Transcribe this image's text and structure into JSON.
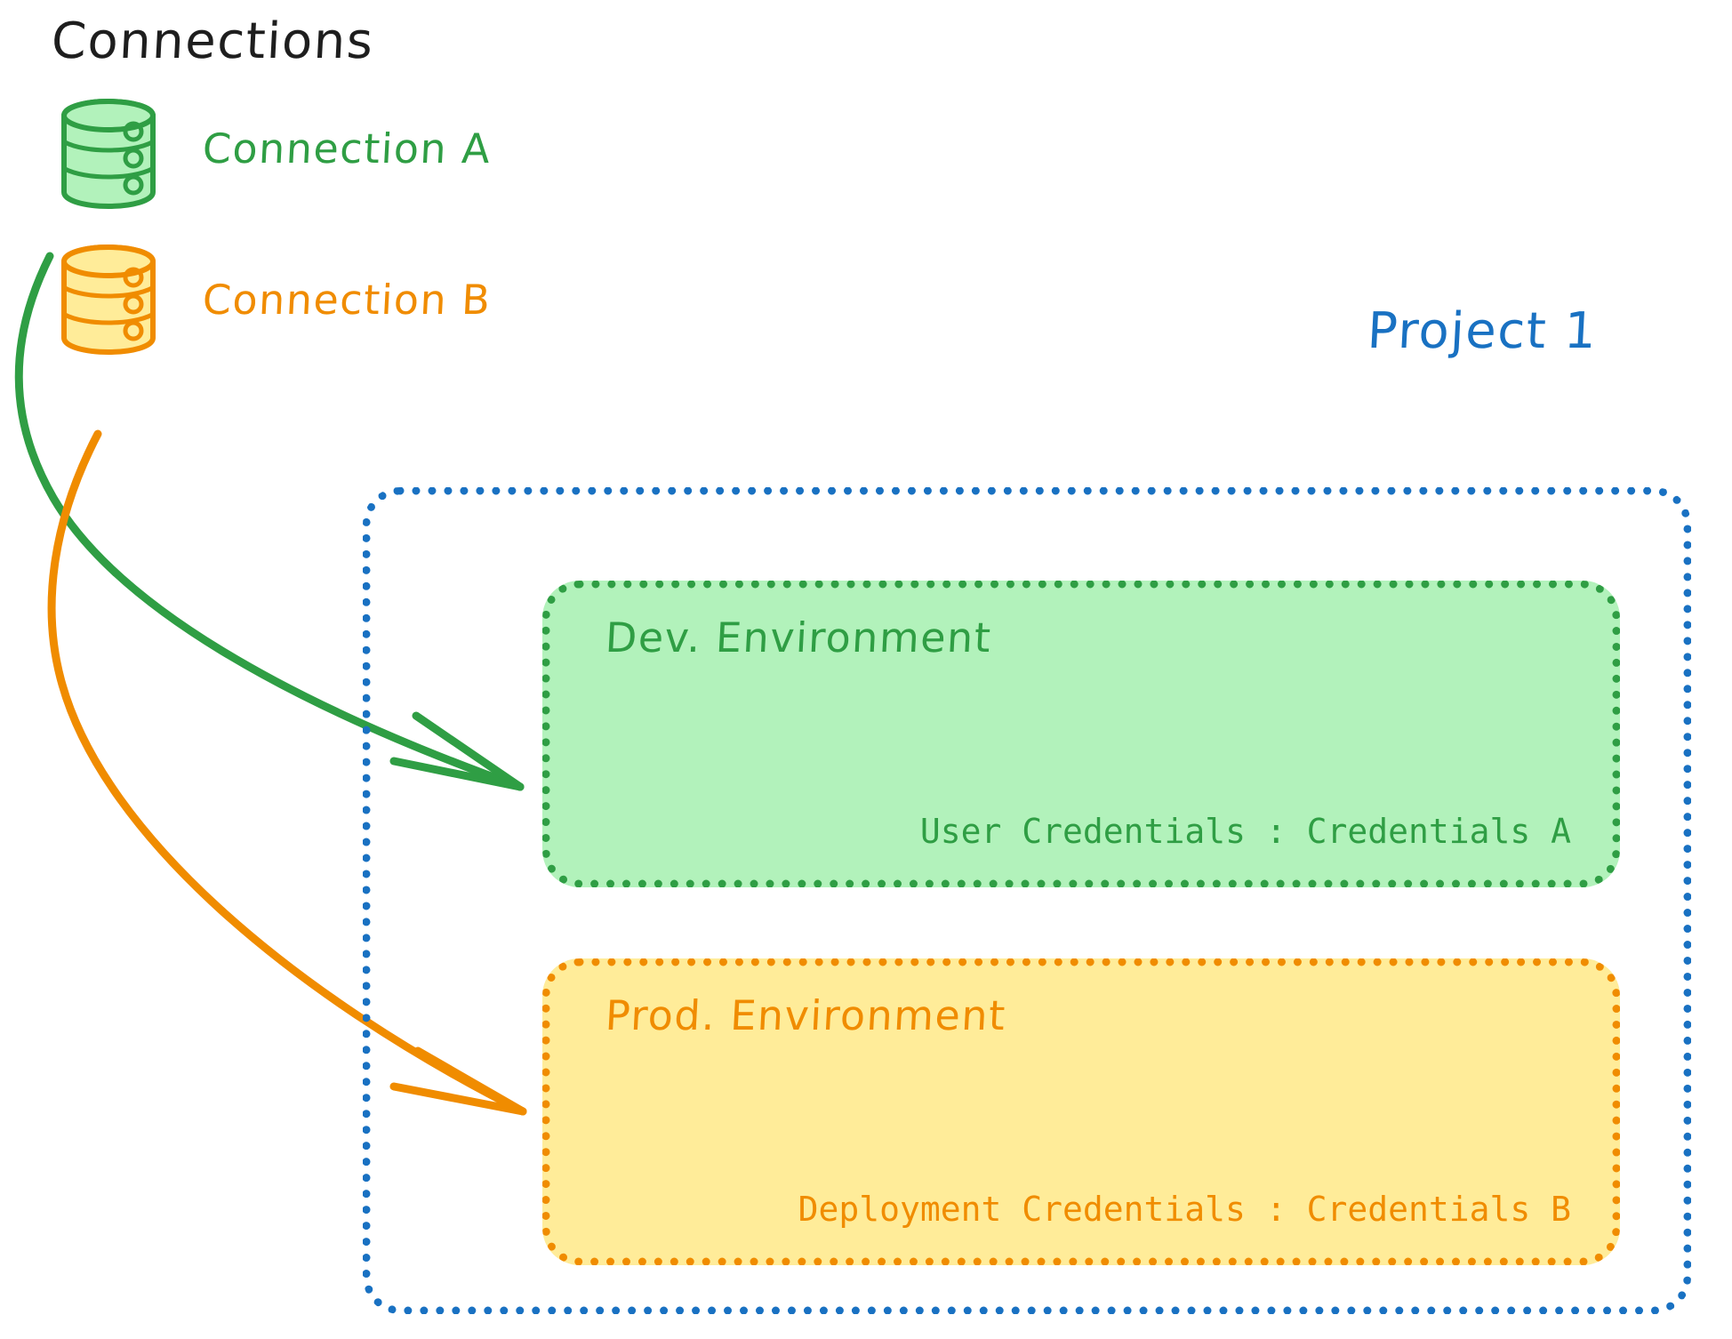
{
  "title": "Connections",
  "colors": {
    "green_stroke": "#2f9e44",
    "green_fill": "#b2f2bb",
    "orange_stroke": "#f08c00",
    "orange_fill": "#ffec99",
    "blue_stroke": "#1971c2",
    "black_text": "#1e1e1e"
  },
  "connections": [
    {
      "name": "connection-a",
      "label": "Connection A",
      "icon": "database-icon",
      "color": "#2f9e44"
    },
    {
      "name": "connection-b",
      "label": "Connection B",
      "icon": "database-icon",
      "color": "#f08c00"
    }
  ],
  "project": {
    "label": "Project 1",
    "environments": [
      {
        "name": "dev-environment",
        "title": "Dev. Environment",
        "credential_line": "User Credentials : Credentials A",
        "color": "#2f9e44"
      },
      {
        "name": "prod-environment",
        "title": "Prod. Environment",
        "credential_line": "Deployment Credentials : Credentials B",
        "color": "#f08c00"
      }
    ]
  },
  "arrows": [
    {
      "name": "arrow-connection-a-to-dev",
      "from": "Connection A",
      "to": "Dev. Environment",
      "color": "#2f9e44"
    },
    {
      "name": "arrow-connection-b-to-prod",
      "from": "Connection B",
      "to": "Prod. Environment",
      "color": "#f08c00"
    }
  ]
}
